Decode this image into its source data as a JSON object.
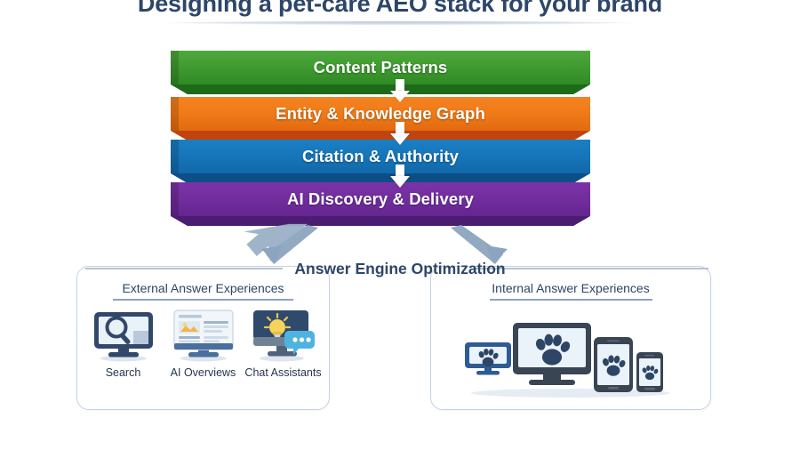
{
  "title": "Designing a pet-care AEO stack for your brand",
  "funnel": {
    "layers": [
      {
        "label": "Content Patterns",
        "color": "#3f9a30"
      },
      {
        "label": "Entity & Knowledge Graph",
        "color": "#ef7a18"
      },
      {
        "label": "Citation & Authority",
        "color": "#1675b9"
      },
      {
        "label": "AI Discovery & Delivery",
        "color": "#712d9d"
      }
    ]
  },
  "aeo": {
    "title": "Answer Engine Optimization",
    "left_panel": {
      "heading": "External Answer Experiences",
      "items": [
        {
          "label": "Search",
          "icon": "search-monitor-icon"
        },
        {
          "label": "AI Overviews",
          "icon": "ai-overviews-monitor-icon"
        },
        {
          "label": "Chat Assistants",
          "icon": "chat-assistants-monitor-icon"
        }
      ]
    },
    "right_panel": {
      "heading": "Internal Answer Experiences",
      "devices": [
        {
          "name": "small-monitor-paw-device"
        },
        {
          "name": "large-monitor-paw-device"
        },
        {
          "name": "tablet-paw-device"
        },
        {
          "name": "phone-paw-device"
        }
      ]
    }
  },
  "colors": {
    "title_navy": "#2d4668",
    "arrow_gray_blue": "#92a9c2",
    "panel_border": "#c5d2e2",
    "device_navy": "#2e4known"
  }
}
